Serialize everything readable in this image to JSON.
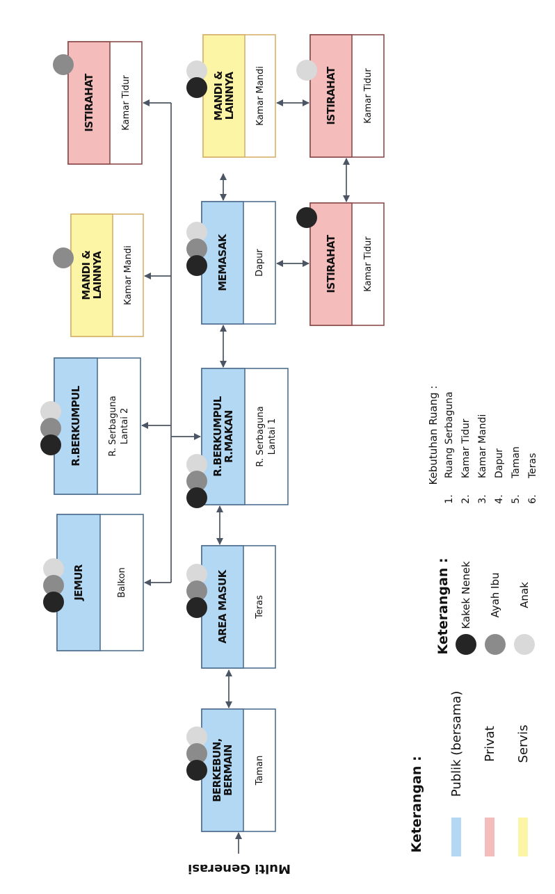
{
  "diagram_title": "Multi Generasi",
  "colors": {
    "publik": "#b3d8f4",
    "privat": "#f5bcbc",
    "servis": "#fcf5a6",
    "box_border_blue": "#4e6f8f",
    "box_border_red": "#8a4a4a",
    "box_border_yellow": "#d6b16c",
    "kakek_nenek": "#252525",
    "ayah_ibu": "#8b8b8b",
    "anak": "#d9d9d9",
    "arrow": "#4b5563"
  },
  "nodes": [
    {
      "id": "berkebun",
      "label": "BERKEBUN,\nBERMAIN",
      "room": "Taman",
      "zone": "publik",
      "users": [
        "kakek_nenek",
        "ayah_ibu",
        "anak"
      ]
    },
    {
      "id": "area-masuk",
      "label": "AREA MASUK",
      "room": "Teras",
      "zone": "publik",
      "users": [
        "kakek_nenek",
        "ayah_ibu",
        "anak"
      ]
    },
    {
      "id": "jemur",
      "label": "JEMUR",
      "room": "Balkon",
      "zone": "publik",
      "users": [
        "kakek_nenek",
        "ayah_ibu",
        "anak"
      ]
    },
    {
      "id": "r-berkumpul-makan",
      "label": "R.BERKUMPUL\nR.MAKAN",
      "room": "R. Serbaguna\nLantai 1",
      "zone": "publik",
      "users": [
        "kakek_nenek",
        "ayah_ibu",
        "anak"
      ]
    },
    {
      "id": "r-berkumpul",
      "label": "R.BERKUMPUL",
      "room": "R. Serbaguna\nLantai 2",
      "zone": "publik",
      "users": [
        "kakek_nenek",
        "ayah_ibu",
        "anak"
      ]
    },
    {
      "id": "memasak",
      "label": "MEMASAK",
      "room": "Dapur",
      "zone": "publik",
      "users": [
        "kakek_nenek",
        "ayah_ibu",
        "anak"
      ]
    },
    {
      "id": "mandi-atas",
      "label": "MANDI &\nLAINNYA",
      "room": "Kamar Mandi",
      "zone": "servis",
      "users": [
        "ayah_ibu"
      ]
    },
    {
      "id": "istirahat-atas",
      "label": "ISTIRAHAT",
      "room": "Kamar Tidur",
      "zone": "privat",
      "users": [
        "ayah_ibu"
      ]
    },
    {
      "id": "mandi-bawah",
      "label": "MANDI &\nLAINNYA",
      "room": "Kamar Mandi",
      "zone": "servis",
      "users": [
        "kakek_nenek",
        "anak"
      ]
    },
    {
      "id": "istirahat-kakek",
      "label": "ISTIRAHAT",
      "room": "Kamar Tidur",
      "zone": "privat",
      "users": [
        "kakek_nenek"
      ]
    },
    {
      "id": "istirahat-anak",
      "label": "ISTIRAHAT",
      "room": "Kamar Tidur",
      "zone": "privat",
      "users": [
        "anak"
      ]
    }
  ],
  "edges": [
    {
      "from": "entry",
      "to": "berkebun",
      "type": "one-way"
    },
    {
      "from": "berkebun",
      "to": "area-masuk",
      "type": "two-way"
    },
    {
      "from": "area-masuk",
      "to": "r-berkumpul-makan",
      "type": "two-way"
    },
    {
      "from": "r-berkumpul-makan",
      "to": "memasak",
      "type": "two-way"
    },
    {
      "from": "memasak",
      "to": "mandi-bawah",
      "type": "two-way"
    },
    {
      "from": "memasak",
      "to": "istirahat-kakek",
      "type": "two-way"
    },
    {
      "from": "mandi-bawah",
      "to": "istirahat-anak",
      "type": "two-way"
    },
    {
      "from": "istirahat-kakek",
      "to": "istirahat-anak",
      "type": "two-way"
    },
    {
      "from": "r-berkumpul-makan",
      "to": "jemur",
      "type": "one-way"
    },
    {
      "from": "r-berkumpul-makan",
      "to": "r-berkumpul",
      "type": "one-way"
    },
    {
      "from": "r-berkumpul-makan",
      "to": "mandi-atas",
      "type": "one-way"
    },
    {
      "from": "r-berkumpul-makan",
      "to": "istirahat-atas",
      "type": "one-way"
    }
  ],
  "legend_zones": {
    "title": "Keterangan :",
    "items": [
      {
        "key": "publik",
        "label": "Publik (bersama)"
      },
      {
        "key": "privat",
        "label": "Privat"
      },
      {
        "key": "servis",
        "label": "Servis"
      }
    ]
  },
  "legend_users": {
    "title": "Keterangan :",
    "items": [
      {
        "key": "kakek_nenek",
        "label": "Kakek Nenek"
      },
      {
        "key": "ayah_ibu",
        "label": "Ayah Ibu"
      },
      {
        "key": "anak",
        "label": "Anak"
      }
    ]
  },
  "kebutuhan": {
    "title": "Kebutuhan Ruang :",
    "items": [
      {
        "num": "1.",
        "label": "Ruang Serbaguna"
      },
      {
        "num": "2.",
        "label": "Kamar Tidur"
      },
      {
        "num": "3.",
        "label": "Kamar Mandi"
      },
      {
        "num": "4.",
        "label": "Dapur"
      },
      {
        "num": "5.",
        "label": "Taman"
      },
      {
        "num": "6.",
        "label": "Teras"
      }
    ]
  }
}
